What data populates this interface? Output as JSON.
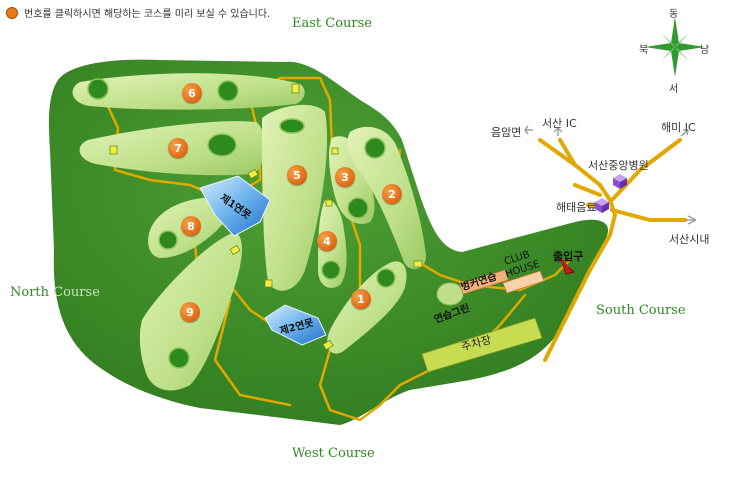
{
  "legend": {
    "text": "번호를 클릭하시면 해당하는 코스를 미리 보실 수 있습니다."
  },
  "courses": {
    "east": "East Course",
    "north_a": "North",
    "north_b": "Course",
    "south": "South Course",
    "west": "West Course"
  },
  "compass": {
    "north": "동",
    "west": "북",
    "east": "남",
    "south": "서"
  },
  "holes": [
    "1",
    "2",
    "3",
    "4",
    "5",
    "6",
    "7",
    "8",
    "9"
  ],
  "ponds": {
    "pond1": "제1연못",
    "pond2": "제2연못"
  },
  "facilities": {
    "practice_bunker": "벙커연습",
    "club_a": "CLUB",
    "club_b": "HOUSE",
    "entrance": "출입구",
    "practice_green": "연습그린",
    "parking": "주차장"
  },
  "roads": {
    "eumam": "음암면",
    "seosan_ic": "서산 IC",
    "haemi_ic": "해미 IC",
    "hospital": "서산중앙병원",
    "haetae": "해태음료",
    "seosan_city": "서산시내"
  },
  "colors": {
    "course_dark": "#3f8f2a",
    "fairway": "#bfe08a",
    "road": "#e0a800",
    "hole_button": "#e8781c",
    "water": "#3b8fd8",
    "parking": "#c8dc52"
  }
}
